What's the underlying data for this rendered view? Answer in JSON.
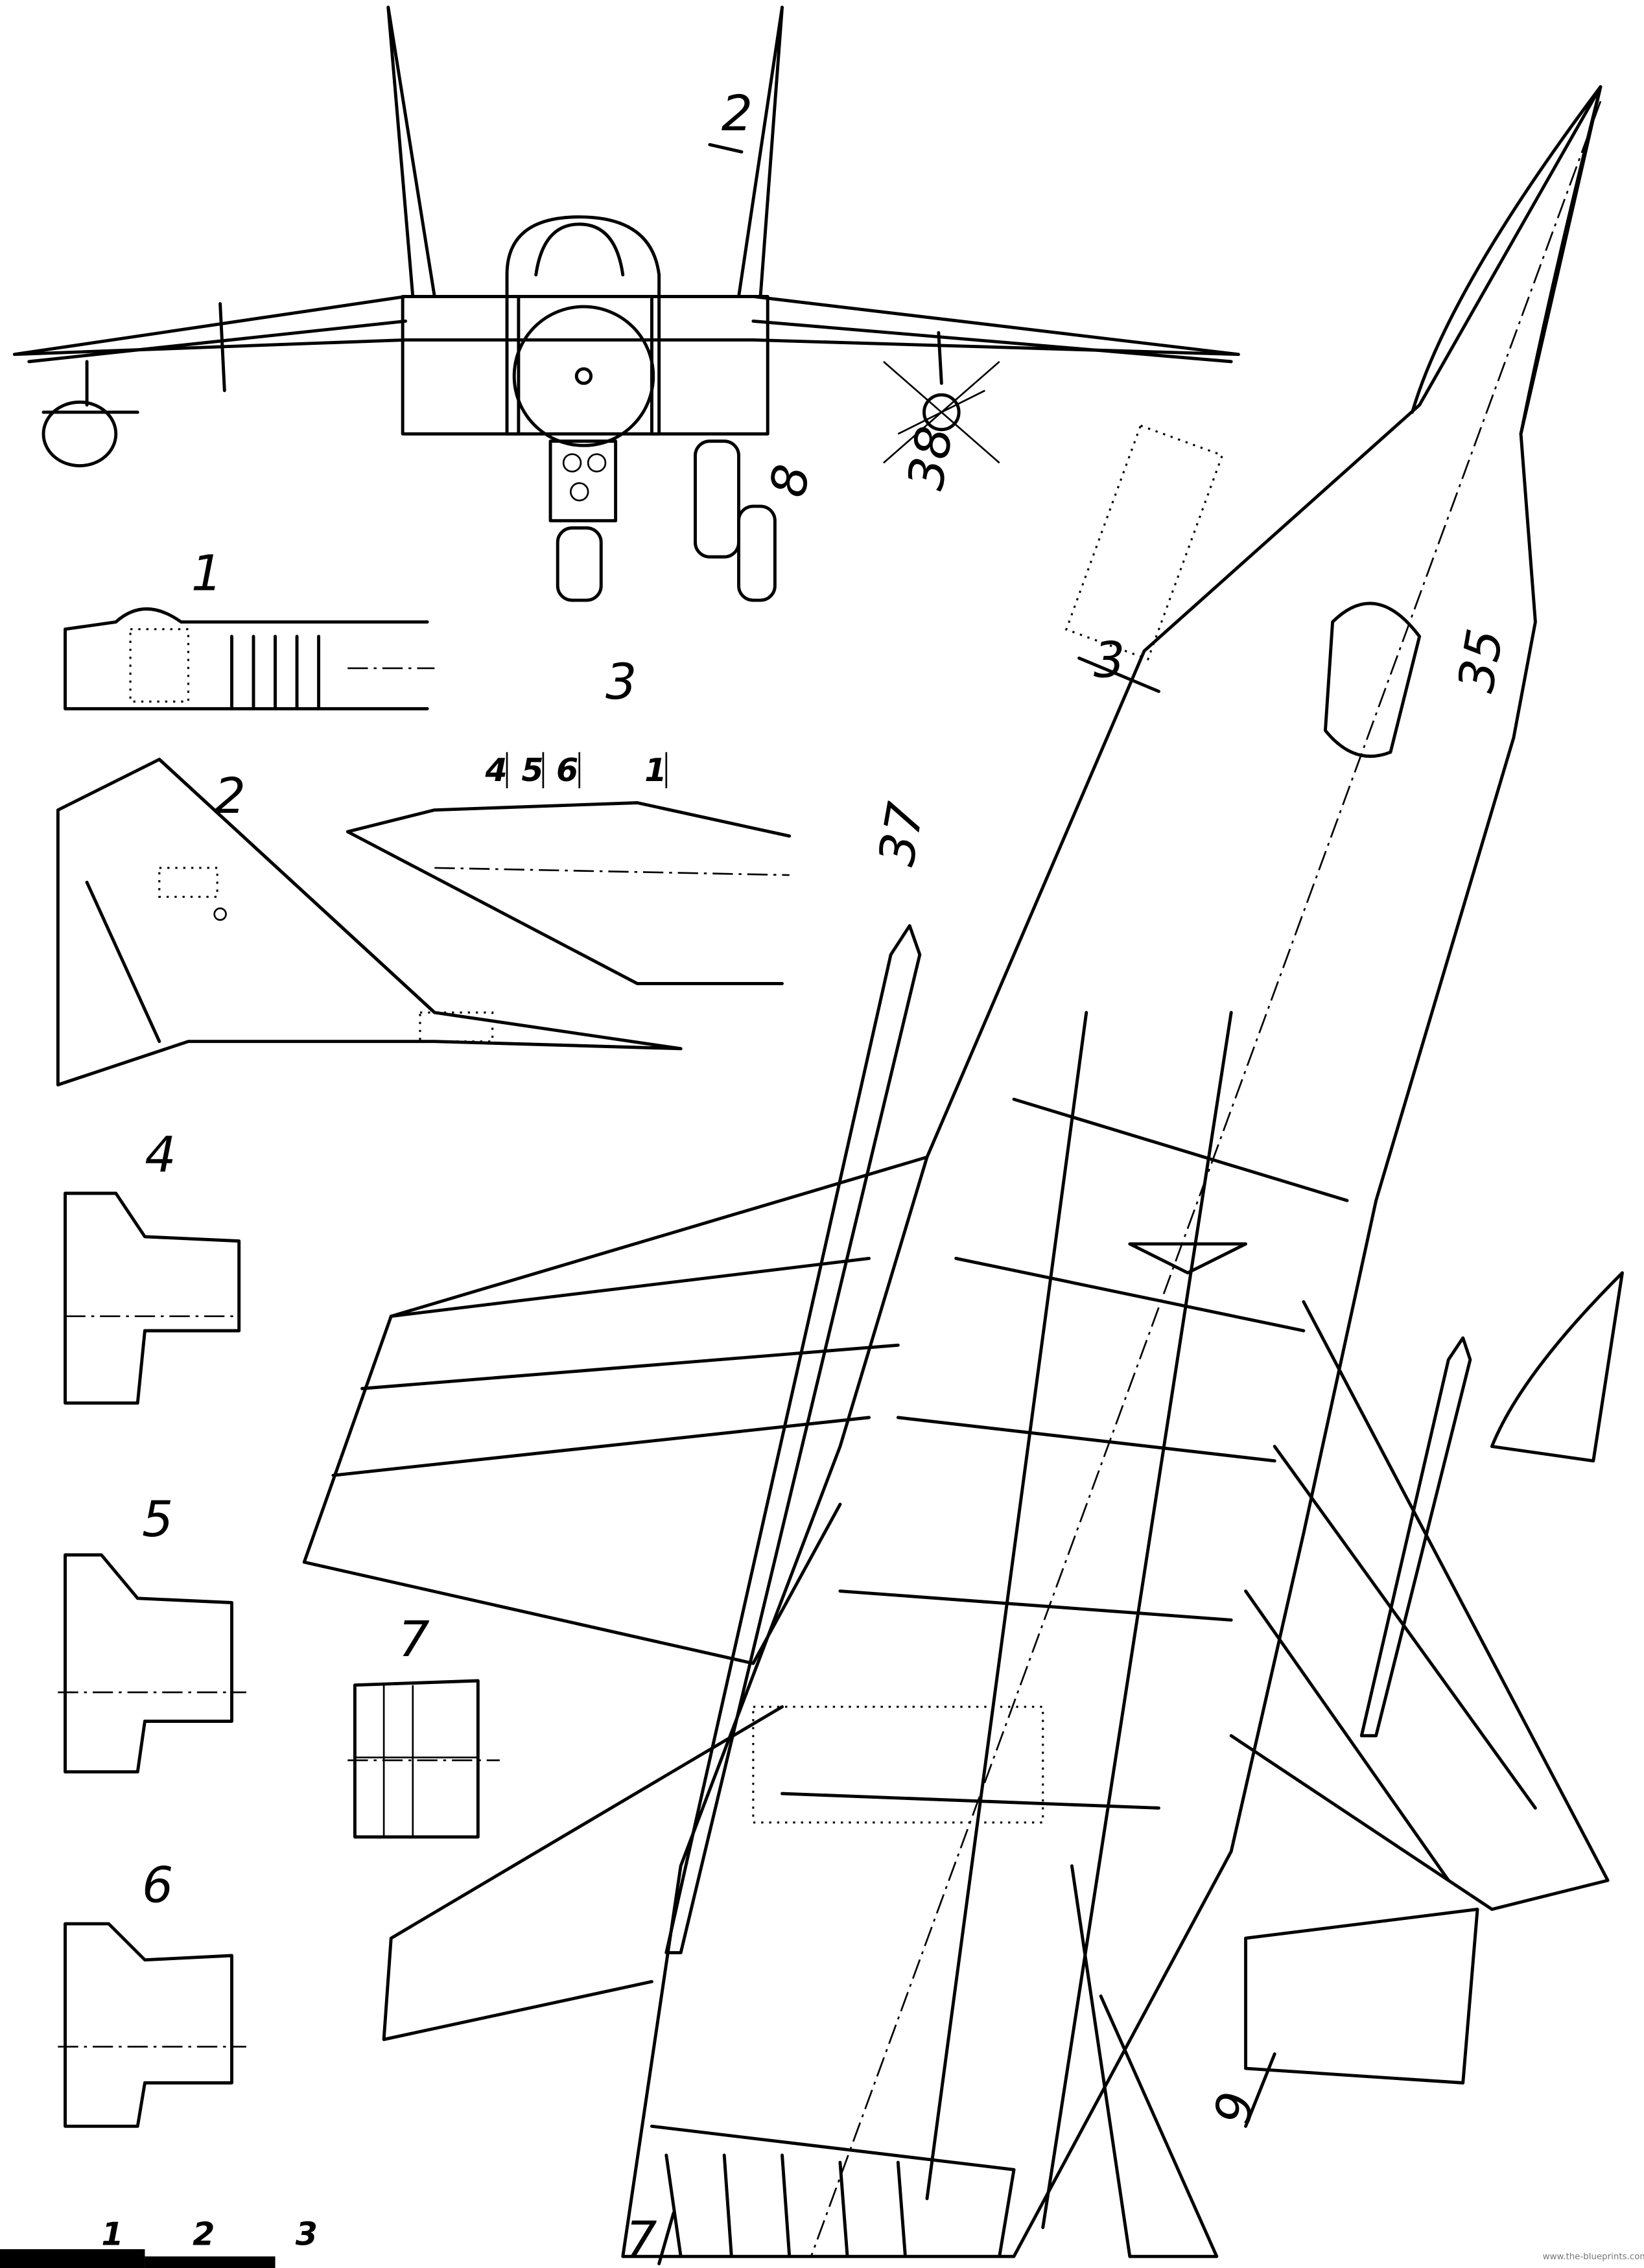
{
  "drawing": {
    "view_labels": {
      "section_1": "1",
      "section_2": "2",
      "section_3": "3",
      "section_4": "4",
      "section_5": "5",
      "section_6": "6",
      "section_7": "7"
    },
    "callouts": {
      "front_arrow_2": "2",
      "plan_arrow_3": "3",
      "front_8": "8",
      "front_38": "38",
      "plan_37": "37",
      "plan_35": "35",
      "plan_9": "9",
      "plan_7": "7",
      "cut_4": "4",
      "cut_5": "5",
      "cut_6": "6",
      "cut_1": "1"
    },
    "scale_bar": {
      "ticks": [
        "1",
        "2",
        "3"
      ]
    },
    "watermark": "www.the-blueprints.com"
  }
}
